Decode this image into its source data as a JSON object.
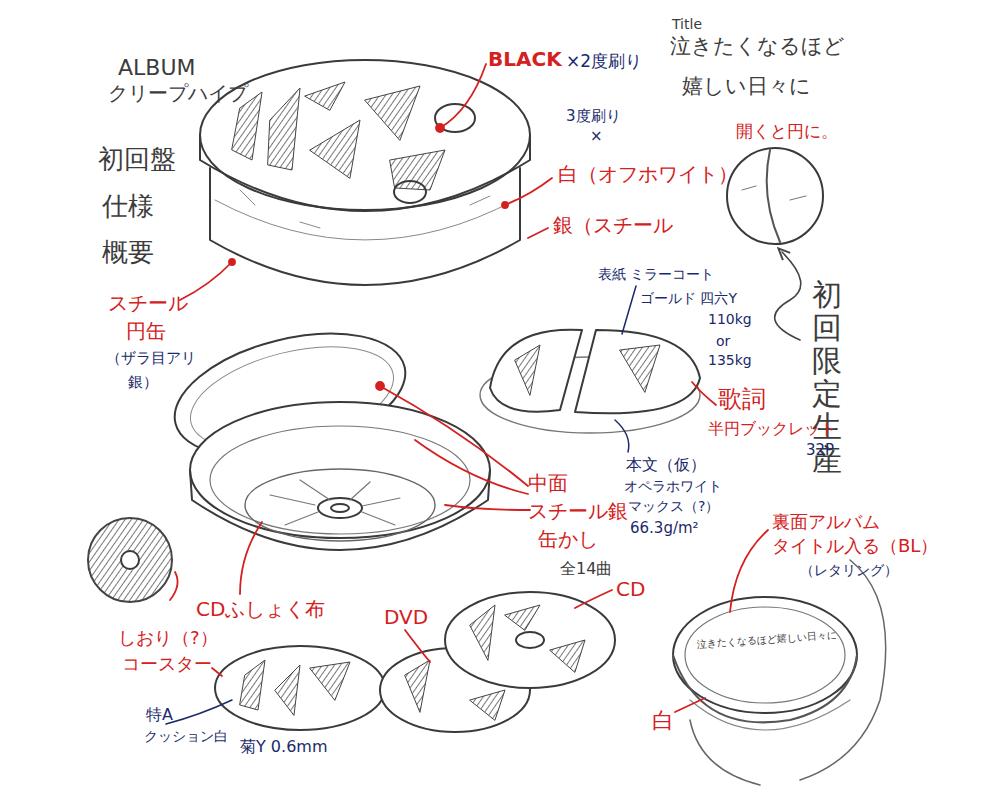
{
  "diagram": {
    "labels": [
      "ALBUM",
      "クリープハイプ",
      "初回盤",
      "仕様",
      "概要",
      "BLACK",
      "×2度刷り",
      "Title",
      "泣きたくなるほど",
      "嬉しい日々に",
      "3度刷り",
      "×",
      "白（オフホワイト）",
      "銀（スチール",
      "開くと円に。",
      "表紙 ミラーコート",
      "ゴールド 四六Y",
      "110kg",
      "or",
      "135kg",
      "初回限定生産",
      "スチール",
      "円缶",
      "（ザラ目アリ",
      "銀）",
      "中面",
      "スチール銀",
      "缶かし",
      "歌詞",
      "半円ブックレット",
      "32P",
      "本文（仮）",
      "オペラホワイト",
      "マックス（?）",
      "66.3g/m²",
      "全14曲",
      "CD",
      "DVD",
      "CDふしょく布",
      "しおり（?）",
      "コースター",
      "特A",
      "クッション白",
      "菊Y 0.6mm",
      "裏面アルバム",
      "タイトル入る（BL）",
      "（レタリング）",
      "白",
      "泣きたくなるほど嬉しい日々に"
    ]
  }
}
